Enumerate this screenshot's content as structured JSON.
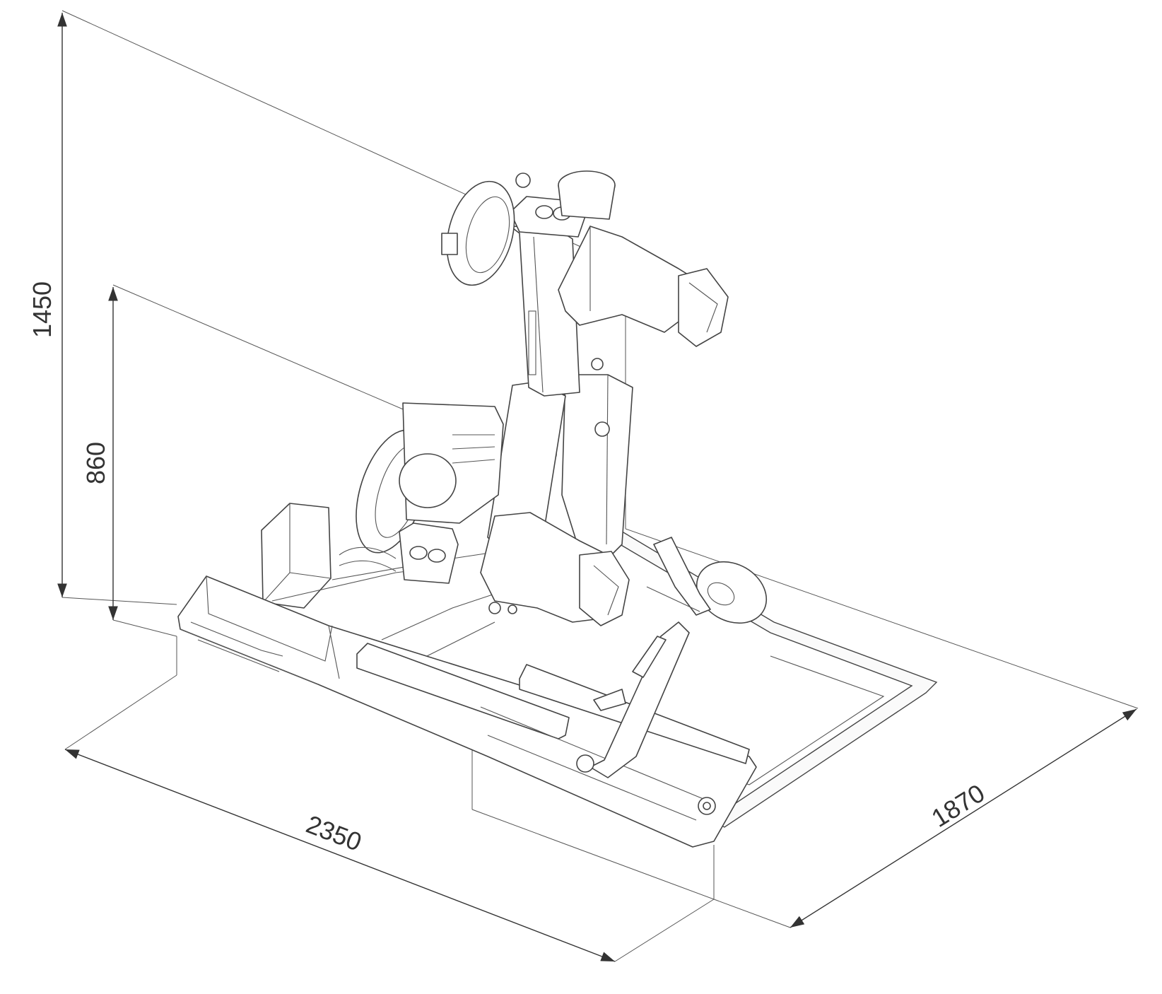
{
  "dimensions": {
    "overall_height": "1450",
    "table_height": "860",
    "length": "2350",
    "width": "1870"
  },
  "colors": {
    "line": "#444444",
    "text": "#333333",
    "background": "#ffffff"
  }
}
